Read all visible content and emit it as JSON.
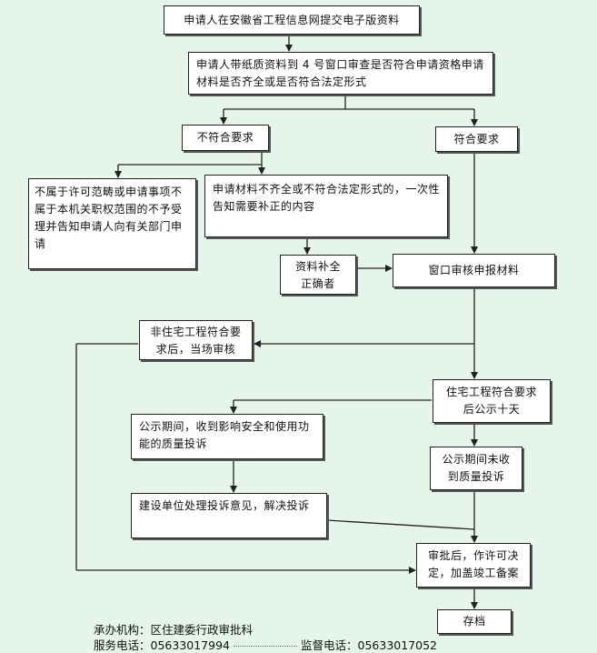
{
  "boxes": {
    "submit": "申请人在安徽省工程信息网提交电子版资料",
    "window4": "申请人带纸质资料到 4 号窗口审查是否符合申请资格申请材料是否齐全或是否符合法定形式",
    "not_meet": "不符合要求",
    "meet": "符合要求",
    "not_scope": "不属于许可范畴或申请事项不属于本机关职权范围的不予受理并告知申请人向有关部门申请",
    "incomplete": "申请材料不齐全或不符合法定形式的，一次性告知需要补正的内容",
    "supplement": "资料补全正确者",
    "window_review": "窗口审核申报材料",
    "non_residential": "非住宅工程符合要求后，当场审核",
    "residential": "住宅工程符合要求后公示十天",
    "complaint": "公示期间，收到影响安全和使用功能的质量投诉",
    "no_complaint": "公示期间未收到质量投诉",
    "resolve": "建设单位处理投诉意见，解决投诉",
    "approve": "审批后，作许可决定，加盖竣工备案",
    "archive": "存档"
  },
  "footer": {
    "org_label": "承办机构：",
    "org_value": "区住建委行政审批科",
    "service_label": "服务电话：",
    "service_value": "05633017994",
    "supervise_label": "监督电话：",
    "supervise_value": "05633017052"
  },
  "colors": {
    "background": "#e6f5e9",
    "line": "#222222"
  }
}
